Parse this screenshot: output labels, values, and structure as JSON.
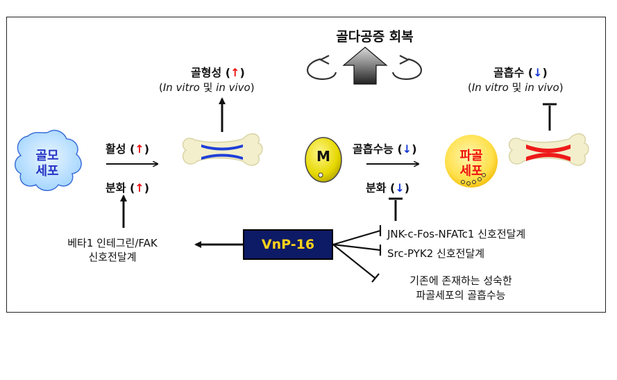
{
  "title": "골다공증 회복",
  "left_branch": {
    "osteoblast_line1": "골모",
    "osteoblast_line2": "세포",
    "activity": "활성",
    "differentiation": "분화",
    "outcome": "골형성",
    "outcome_sub_prefix": "(",
    "in_vitro": "In vitro",
    "and": " 및 ",
    "in_vivo": "in vivo",
    "outcome_sub_suffix": ")",
    "pathway_line1": "베타1 인테그린/FAK",
    "pathway_line2": "신호전달계"
  },
  "right_branch": {
    "monocyte": "M",
    "resorption_ability": "골흡수능",
    "differentiation": "분화",
    "osteoclast_line1": "파골",
    "osteoclast_line2": "세포",
    "outcome": "골흡수",
    "pathway_1": "JNK-c-Fos-NFATc1 신호전달계",
    "pathway_2": "Src-PYK2 신호전달계",
    "pathway_3_line1": "기존에 존재하는 성숙한",
    "pathway_3_line2": "파골세포의 골흡수능"
  },
  "compound": "VnP-16",
  "symbols": {
    "up": "↑",
    "down": "↓"
  },
  "colors": {
    "up": "#ee1111",
    "down": "#1337d8",
    "compound_bg": "#0d1a66",
    "compound_text": "#ffd21a"
  }
}
